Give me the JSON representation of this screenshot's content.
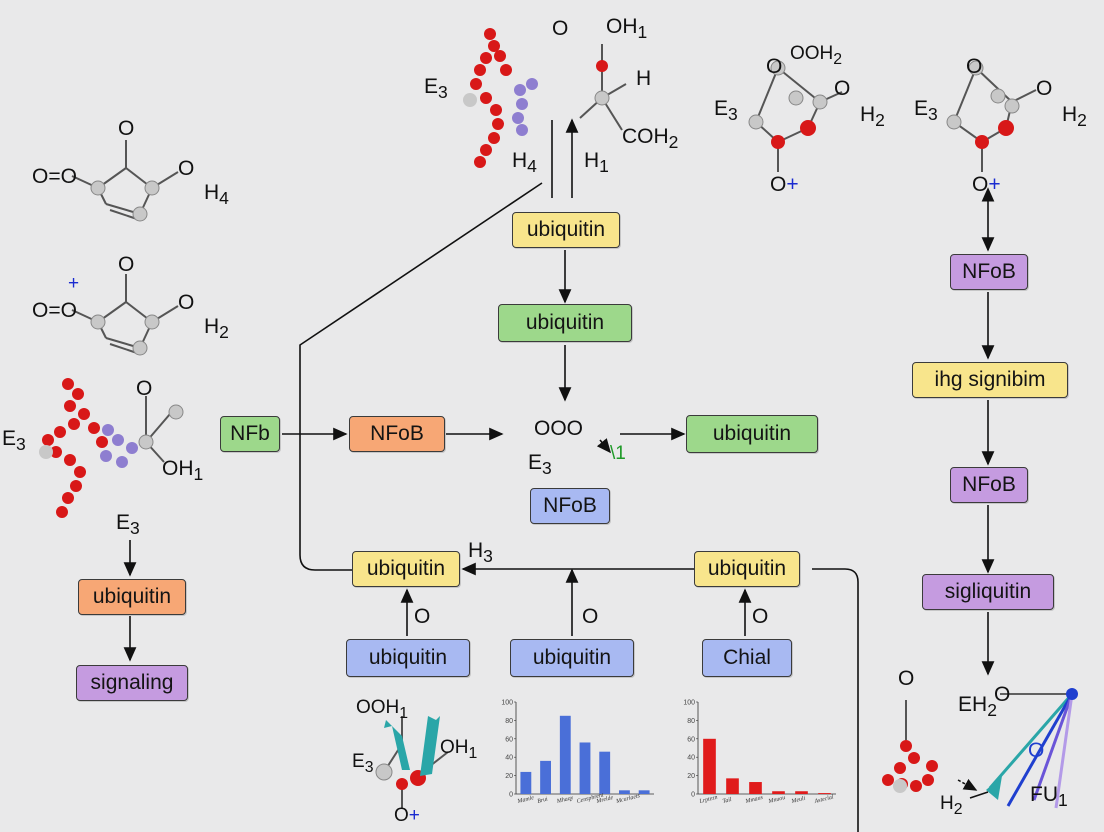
{
  "diagram": {
    "boxes": {
      "left_ubiquitin": "ubiquitin",
      "left_signaling": "signaling",
      "nfb": "NFb",
      "nfob_orange": "NFoB",
      "top_ubiquitin_yellow": "ubiquitin",
      "top_ubiquitin_green": "ubiquitin",
      "mid_ubiquitin_green": "ubiquitin",
      "nfob_blue": "NFoB",
      "row_ubiquitin_left": "ubiquitin",
      "row_ubiquitin_right": "ubiquitin",
      "bottom_ubiquitin_1": "ubiquitin",
      "bottom_ubiquitin_2": "ubiquitin",
      "bottom_chial": "Chial",
      "right_nfob_1": "NFoB",
      "right_signibim": "ihg signibim",
      "right_nfob_2": "NFoB",
      "right_sigliquitin": "sigliquitin"
    },
    "labels": {
      "top_o": "O",
      "top_oh1": "OH",
      "top_oh1_sub": "1",
      "top_h": "H",
      "top_coh2": "COH",
      "top_coh2_sub": "2",
      "top_h4": "H",
      "top_h4_sub": "4",
      "top_h1": "H",
      "top_h1_sub": "1",
      "top_e3": "E",
      "top_e3_sub": "3",
      "tr1_o": "O",
      "tr1_ooh2": "OOH",
      "tr1_ooh2_sub": "2",
      "tr1_e3": "E",
      "tr1_e3_sub": "3",
      "tr1_o2": "O",
      "tr1_h2": "H",
      "tr1_h2_sub": "2",
      "tr1_oplus_o": "O",
      "tr1_oplus_plus": "+",
      "tr2_o": "O",
      "tr2_e3": "E",
      "tr2_e3_sub": "3",
      "tr2_o2": "O",
      "tr2_h2": "H",
      "tr2_h2_sub": "2",
      "tr2_oplus_o": "O",
      "tr2_oplus_plus": "+",
      "l1_o": "O",
      "l1_oo": "O",
      "l1_o2": "O",
      "l1_h4": "H",
      "l1_h4_sub": "4",
      "l2_o": "O",
      "l2_oo": "O",
      "l2_plus": "+",
      "l2_o2": "O",
      "l2_h2": "H",
      "l2_h2_sub": "2",
      "l3_o": "O",
      "l3_e3": "E",
      "l3_e3_sub": "3",
      "l3_oh1": "OH",
      "l3_oh1_sub": "1",
      "left_e3": "E",
      "left_e3_sub": "3",
      "mid_ooo": "OOO",
      "mid_e3": "E",
      "mid_e3_sub": "3",
      "mid_green": "\\1",
      "row_h3": "H",
      "row_h3_sub": "3",
      "row_o1": "O",
      "row_o2": "O",
      "row_o3": "O",
      "bm_ooh": "OOH",
      "bm_ooh_sub": "1",
      "bm_oh1": "OH",
      "bm_oh1_sub": "1",
      "bm_e3": "E",
      "bm_e3_sub": "3",
      "bm_oplus_o": "O",
      "bm_oplus_plus": "+",
      "br_o": "O",
      "br_eh2": "EH",
      "br_eh2_sub": "2",
      "br_o2": "O",
      "br_h2": "H",
      "br_h2_sub": "2",
      "br_fu": "FU",
      "br_fu_sub": "1"
    }
  },
  "chart_data": [
    {
      "type": "bar",
      "categories": [
        "Mamle",
        "Brui",
        "Mhaqy",
        "Censphrent",
        "Mrelde",
        "Mcurlaets"
      ],
      "values": [
        24,
        36,
        85,
        56,
        46,
        4,
        4
      ],
      "ylim": [
        0,
        100
      ],
      "yticks": [
        "0",
        "20",
        "40",
        "60",
        "80",
        "100"
      ],
      "color": "#4a6fd8"
    },
    {
      "type": "bar",
      "categories": [
        "Lrptezn",
        "Tail",
        "Mmaus",
        "Mnuou",
        "Meuli",
        "Asteclal"
      ],
      "values": [
        60,
        17,
        13,
        3,
        3,
        1
      ],
      "ylim": [
        0,
        100
      ],
      "yticks": [
        "0",
        "20",
        "40",
        "60",
        "80",
        "100"
      ],
      "color": "#e01b1b"
    }
  ],
  "colors": {
    "yellow": "#f8e58c",
    "green": "#9dd88b",
    "orange": "#f7a775",
    "purple": "#c59be0",
    "blue": "#a8b9f2",
    "atom_red": "#d81818",
    "atom_grey": "#c8c8c8",
    "atom_lilac": "#8e7ed0"
  }
}
